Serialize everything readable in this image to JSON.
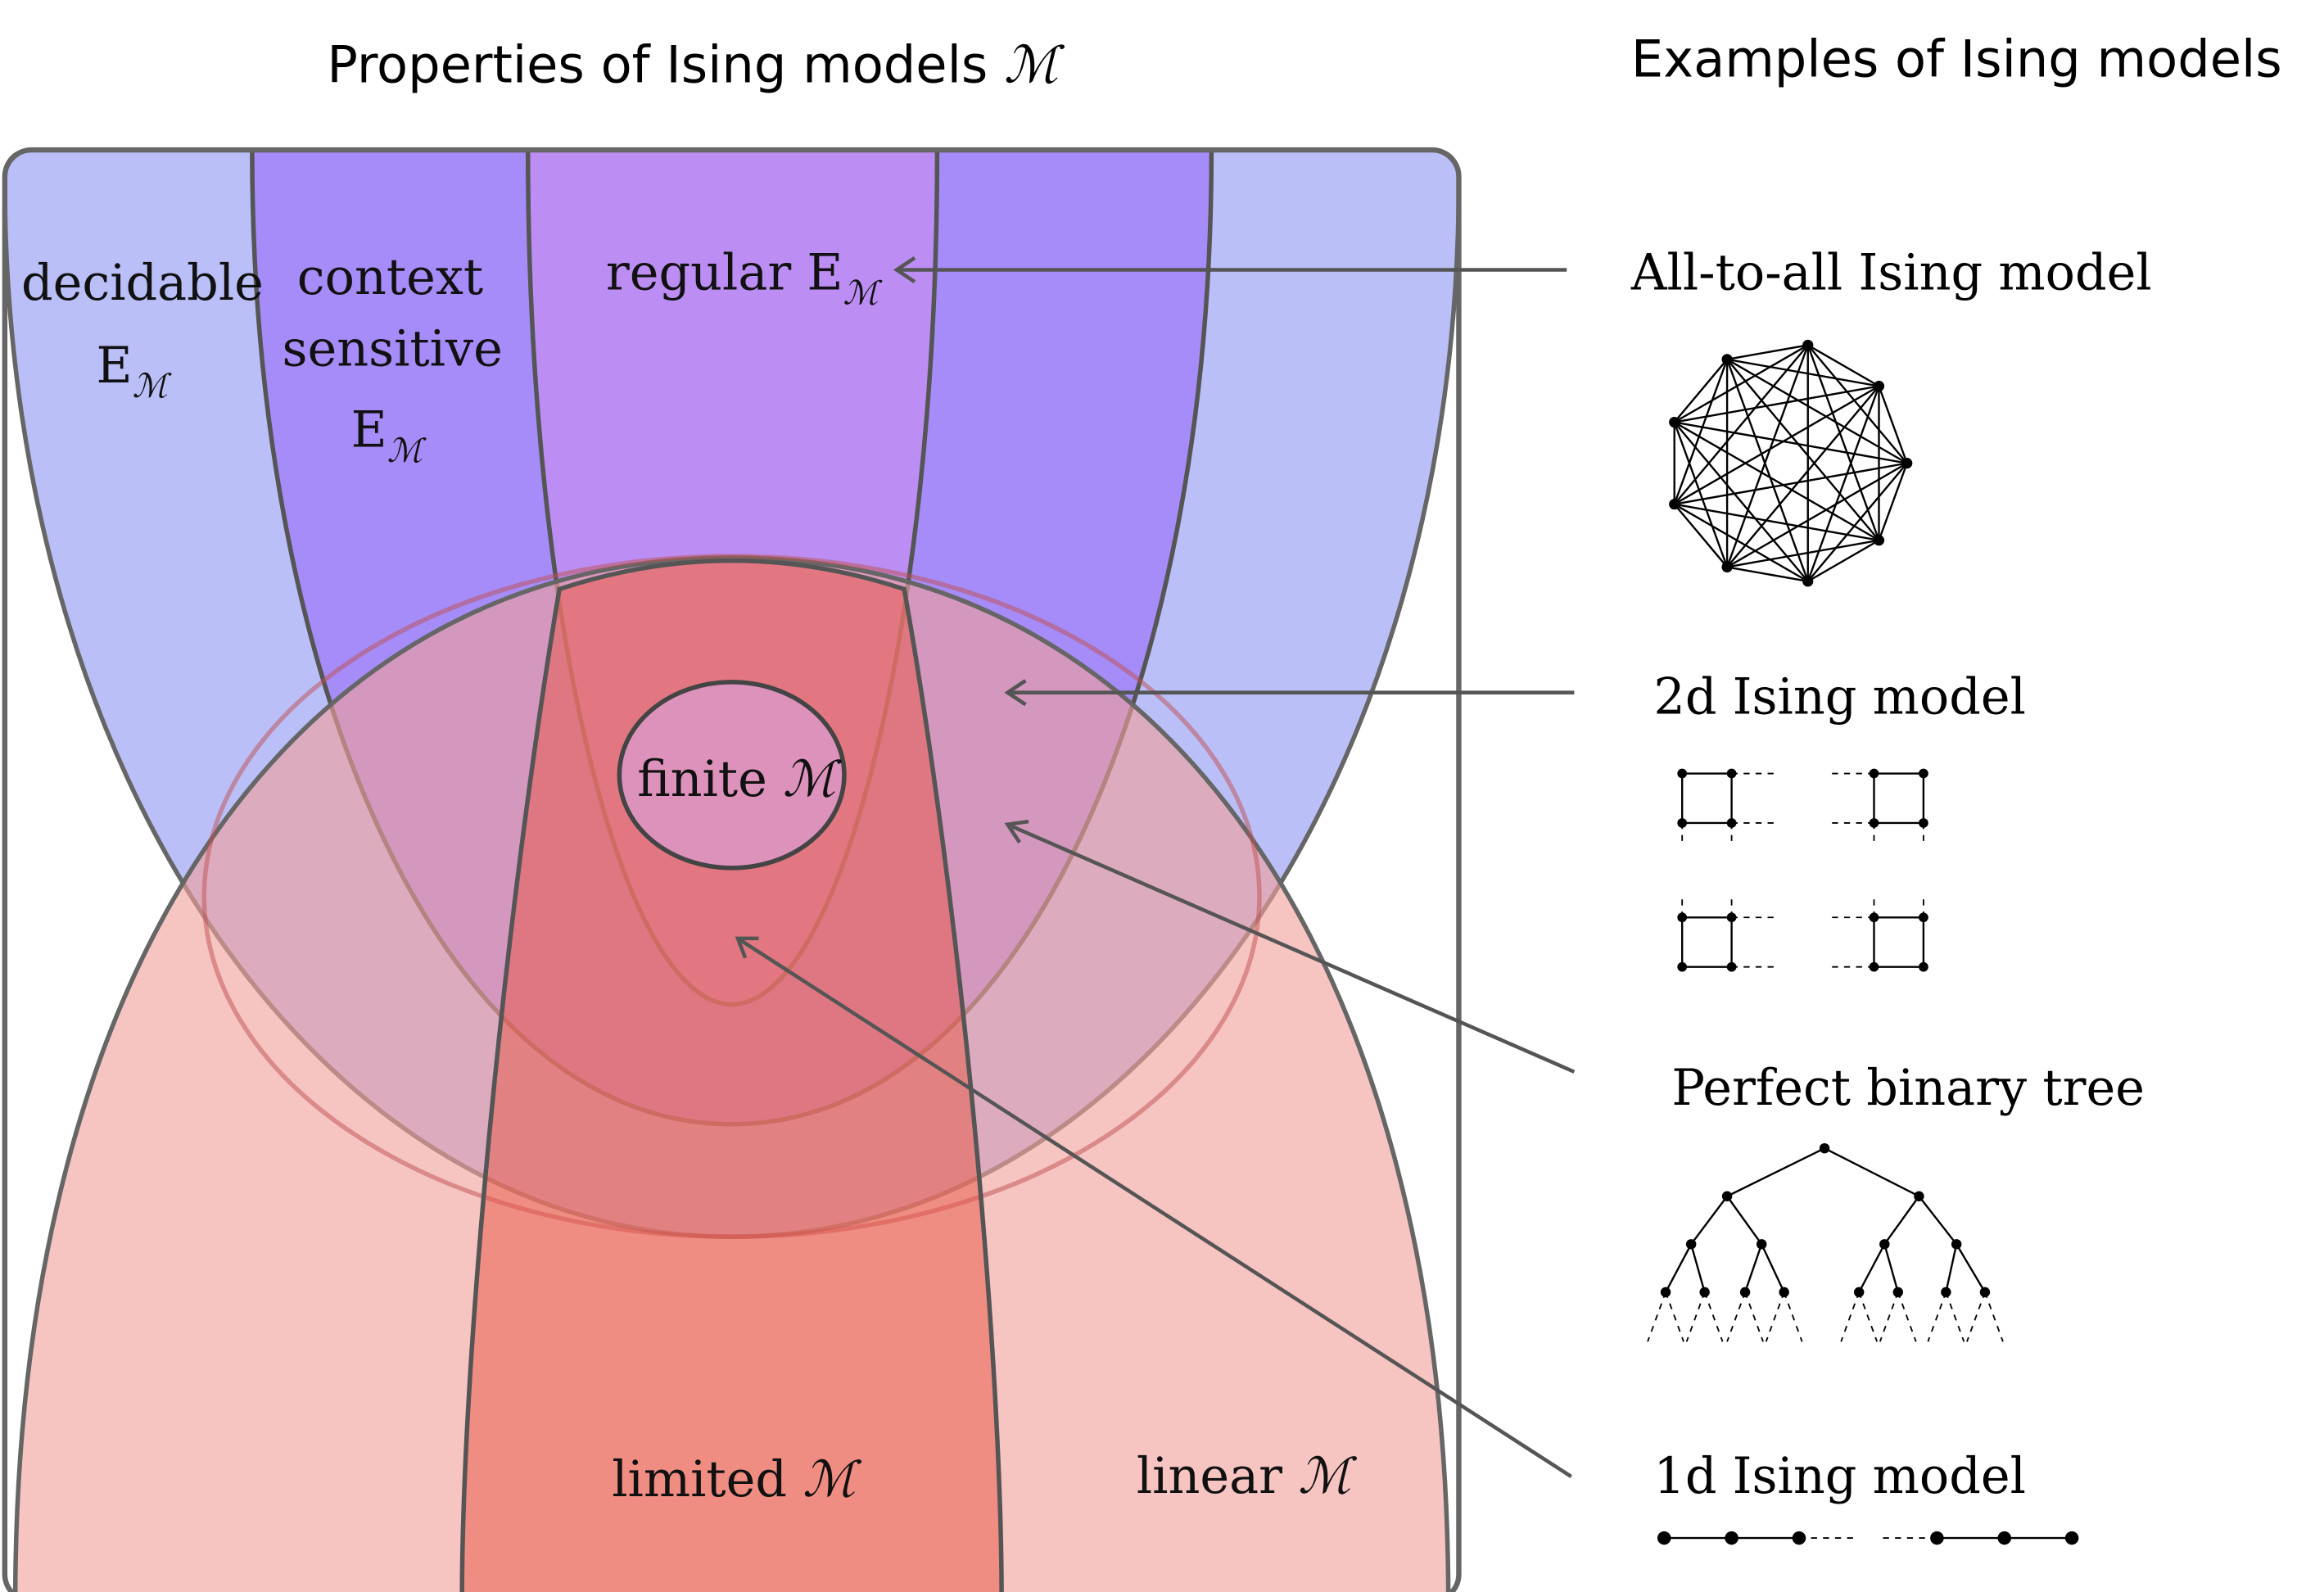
{
  "headers": {
    "left": "Properties of Ising models",
    "left_symbol": "ℳ",
    "right": "Examples of Ising models"
  },
  "regions": {
    "decidable": {
      "line1": "decidable",
      "line2": "E",
      "sub": "ℳ",
      "color": "#bbbff8"
    },
    "context_sensitive": {
      "line1": "context",
      "line2": "sensitive",
      "line3": "E",
      "sub": "ℳ",
      "color": "#a68cf8"
    },
    "regular": {
      "line1": "regular E",
      "sub": "ℳ",
      "color": "#bc8ef4"
    },
    "finite": {
      "line1": "finite",
      "symbol": "ℳ",
      "color": "#dc92bb"
    },
    "limited": {
      "line1": "limited",
      "symbol": "ℳ",
      "color": "#ef8272"
    },
    "linear": {
      "line1": "linear",
      "symbol": "ℳ",
      "color": "#f4bfbd"
    }
  },
  "examples": [
    {
      "label": "All-to-all Ising model",
      "graph": "complete-graph-9"
    },
    {
      "label": "2d Ising model",
      "graph": "square-lattice"
    },
    {
      "label": "Perfect binary tree",
      "graph": "binary-tree"
    },
    {
      "label": "1d Ising model",
      "graph": "chain"
    }
  ]
}
